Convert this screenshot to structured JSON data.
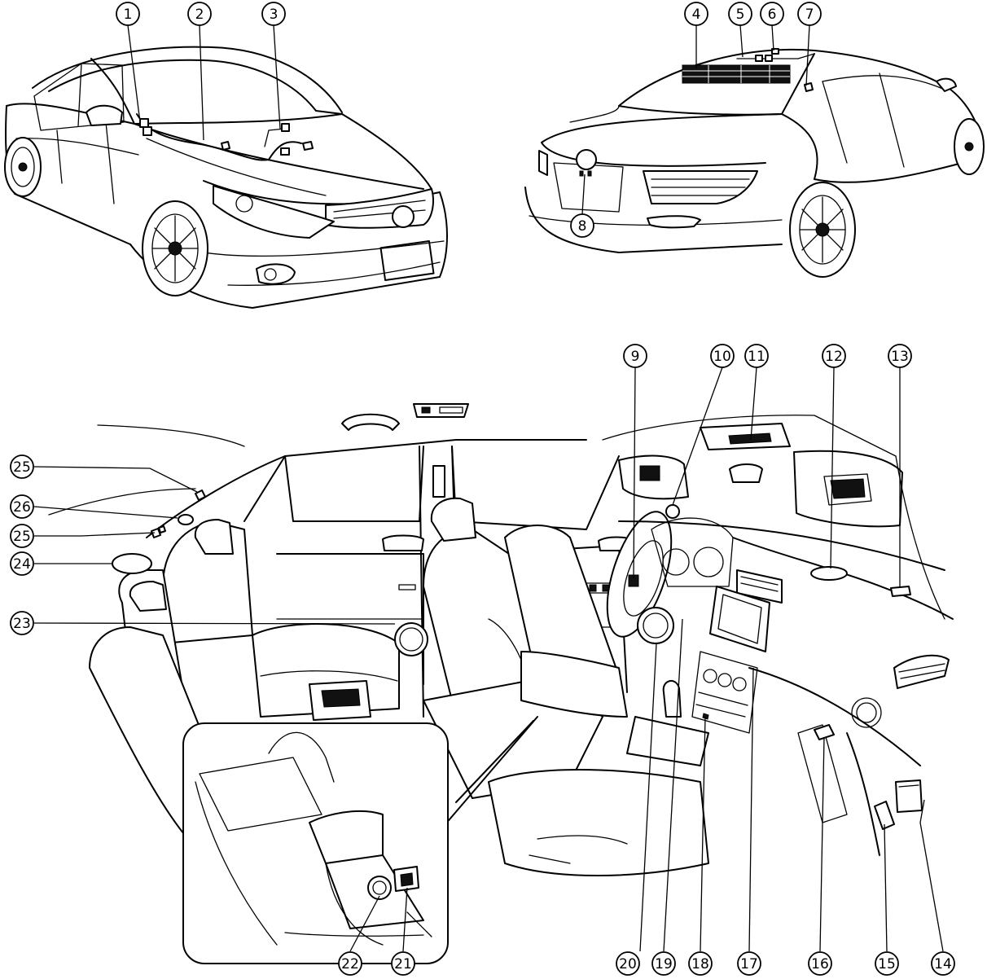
{
  "callouts": [
    {
      "id": "c1",
      "label": "1"
    },
    {
      "id": "c2",
      "label": "2"
    },
    {
      "id": "c3",
      "label": "3"
    },
    {
      "id": "c4",
      "label": "4"
    },
    {
      "id": "c5",
      "label": "5"
    },
    {
      "id": "c6",
      "label": "6"
    },
    {
      "id": "c7",
      "label": "7"
    },
    {
      "id": "c8",
      "label": "8"
    },
    {
      "id": "c9",
      "label": "9"
    },
    {
      "id": "c10",
      "label": "10"
    },
    {
      "id": "c11",
      "label": "11"
    },
    {
      "id": "c12",
      "label": "12"
    },
    {
      "id": "c13",
      "label": "13"
    },
    {
      "id": "c14",
      "label": "14"
    },
    {
      "id": "c15",
      "label": "15"
    },
    {
      "id": "c16",
      "label": "16"
    },
    {
      "id": "c17",
      "label": "17"
    },
    {
      "id": "c18",
      "label": "18"
    },
    {
      "id": "c19",
      "label": "19"
    },
    {
      "id": "c20",
      "label": "20"
    },
    {
      "id": "c21",
      "label": "21"
    },
    {
      "id": "c22",
      "label": "22"
    },
    {
      "id": "c23",
      "label": "23"
    },
    {
      "id": "c24",
      "label": "24"
    },
    {
      "id": "c25a",
      "label": "25"
    },
    {
      "id": "c26",
      "label": "26"
    },
    {
      "id": "c25b",
      "label": "25"
    }
  ]
}
